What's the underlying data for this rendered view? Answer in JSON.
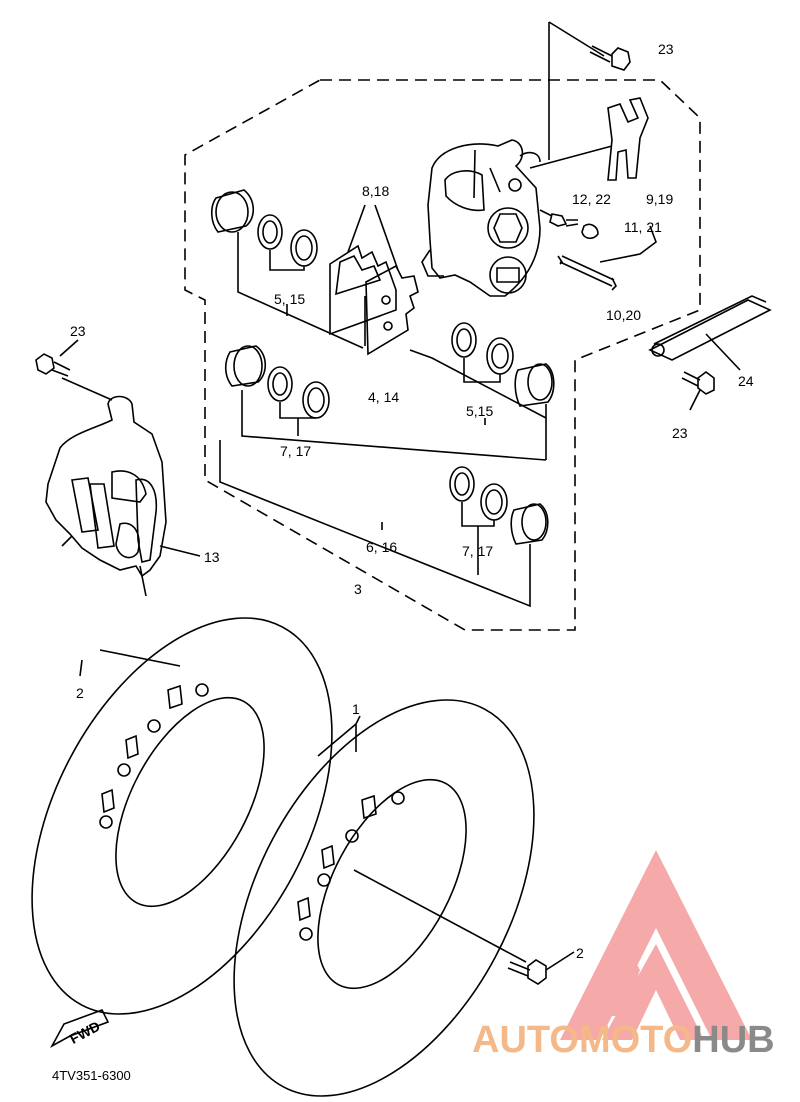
{
  "diagram_code": "4TV351-6300",
  "fwd_label": "FWD",
  "brand": {
    "part1": "AUTOMOTO",
    "part2": "HUB",
    "color1": "#f5b888",
    "color2": "#8a8a8a",
    "logo_color": "#f4a0a0"
  },
  "callouts": [
    {
      "id": "c-23-top",
      "text": "23"
    },
    {
      "id": "c-9-19",
      "text": "9,19"
    },
    {
      "id": "c-12-22",
      "text": "12, 22"
    },
    {
      "id": "c-11-21",
      "text": "11, 21"
    },
    {
      "id": "c-8-18",
      "text": "8,18"
    },
    {
      "id": "c-10-20",
      "text": "10,20"
    },
    {
      "id": "c-24",
      "text": "24"
    },
    {
      "id": "c-23-right",
      "text": "23"
    },
    {
      "id": "c-5-15-a",
      "text": "5, 15"
    },
    {
      "id": "c-4-14",
      "text": "4, 14"
    },
    {
      "id": "c-5-15-b",
      "text": "5,15"
    },
    {
      "id": "c-23-left",
      "text": "23"
    },
    {
      "id": "c-7-17-a",
      "text": "7, 17"
    },
    {
      "id": "c-13",
      "text": "13"
    },
    {
      "id": "c-6-16",
      "text": "6, 16"
    },
    {
      "id": "c-7-17-b",
      "text": "7, 17"
    },
    {
      "id": "c-3",
      "text": "3"
    },
    {
      "id": "c-1",
      "text": "1"
    },
    {
      "id": "c-2-left",
      "text": "2"
    },
    {
      "id": "c-2-right",
      "text": "2"
    }
  ]
}
